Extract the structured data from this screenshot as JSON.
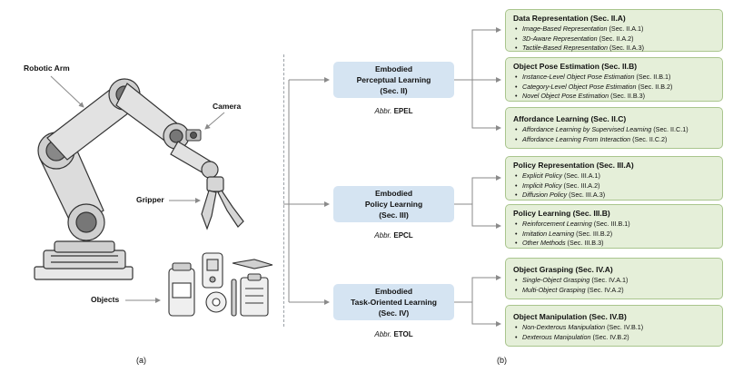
{
  "panel_a": {
    "labels": {
      "robotic_arm": "Robotic Arm",
      "camera": "Camera",
      "gripper": "Gripper",
      "objects": "Objects"
    },
    "caption": "(a)"
  },
  "panel_b": {
    "caption": "(b)",
    "middle": [
      {
        "line1": "Embodied",
        "line2": "Perceptual Learning",
        "line3": "(Sec. II)",
        "abbr_prefix": "Abbr.",
        "abbr": "EPEL"
      },
      {
        "line1": "Embodied",
        "line2": "Policy Learning",
        "line3": "(Sec. III)",
        "abbr_prefix": "Abbr.",
        "abbr": "EPCL"
      },
      {
        "line1": "Embodied",
        "line2": "Task-Oriented Learning",
        "line3": "(Sec. IV)",
        "abbr_prefix": "Abbr.",
        "abbr": "ETOL"
      }
    ],
    "right": [
      {
        "title": "Data Representation (Sec. II.A)",
        "items": [
          {
            "name": "Image-Based Representation",
            "sec": "(Sec. II.A.1)"
          },
          {
            "name": "3D-Aware Representation",
            "sec": "(Sec. II.A.2)"
          },
          {
            "name": "Tactile-Based Representation",
            "sec": "(Sec. II.A.3)"
          }
        ]
      },
      {
        "title": "Object Pose Estimation (Sec. II.B)",
        "items": [
          {
            "name": "Instance-Level Object Pose Estimation",
            "sec": "(Sec. II.B.1)"
          },
          {
            "name": "Category-Level Object Pose Estimation",
            "sec": "(Sec. II.B.2)"
          },
          {
            "name": "Novel Object Pose Estimation",
            "sec": "(Sec. II.B.3)"
          }
        ]
      },
      {
        "title": "Affordance Learning (Sec. II.C)",
        "items": [
          {
            "name": "Affordance Learning by Supervised Learning",
            "sec": "(Sec. II.C.1)"
          },
          {
            "name": "Affordance Learning From Interaction",
            "sec": "(Sec. II.C.2)"
          }
        ]
      },
      {
        "title": "Policy Representation (Sec. III.A)",
        "items": [
          {
            "name": "Explicit Policy",
            "sec": "(Sec. III.A.1)"
          },
          {
            "name": "Implicit Policy",
            "sec": "(Sec. III.A.2)"
          },
          {
            "name": "Diffusion Policy",
            "sec": "(Sec. III.A.3)"
          }
        ]
      },
      {
        "title": "Policy Learning (Sec. III.B)",
        "items": [
          {
            "name": "Reinforcement Learning",
            "sec": "(Sec. III.B.1)"
          },
          {
            "name": "Imitation Learning",
            "sec": "(Sec. III.B.2)"
          },
          {
            "name": "Other Methods",
            "sec": "(Sec. III.B.3)"
          }
        ]
      },
      {
        "title": "Object Grasping (Sec. IV.A)",
        "items": [
          {
            "name": "Single-Object Grasping",
            "sec": "(Sec. IV.A.1)"
          },
          {
            "name": "Multi-Object Grasping",
            "sec": "(Sec. IV.A.2)"
          }
        ]
      },
      {
        "title": "Object Manipulation (Sec. IV.B)",
        "items": [
          {
            "name": "Non-Dexterous Manipulation",
            "sec": "(Sec. IV.B.1)"
          },
          {
            "name": "Dexterous Manipulation",
            "sec": "(Sec. IV.B.2)"
          }
        ]
      }
    ]
  },
  "colors": {
    "middle_box": "#d5e4f2",
    "right_box": "#e5efd9",
    "right_border": "#a9c58d",
    "connector": "#8a8a8a"
  }
}
